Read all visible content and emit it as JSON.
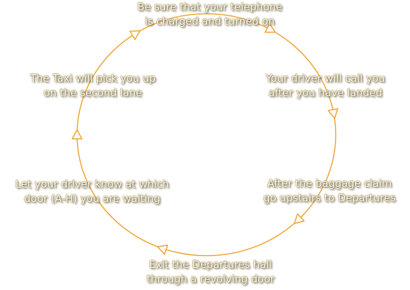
{
  "diagram": {
    "accent_color": "#F0A22E",
    "arrow_icon": "triangle-arrow-icon",
    "steps": [
      {
        "line1": "Be sure that your telephone",
        "line2": "is charged and turned on"
      },
      {
        "line1": "Your driver will call you",
        "line2": "after you have landed"
      },
      {
        "line1": "After the baggage claim",
        "line2": "go upstairs to Departures"
      },
      {
        "line1": "Exit the Departures hall",
        "line2": "through a revolving door"
      },
      {
        "line1": "Let your driver know at which",
        "line2": "door (A-H) you are waiting"
      },
      {
        "line1": "The Taxi will pick you up",
        "line2": "on the second lane"
      }
    ]
  }
}
